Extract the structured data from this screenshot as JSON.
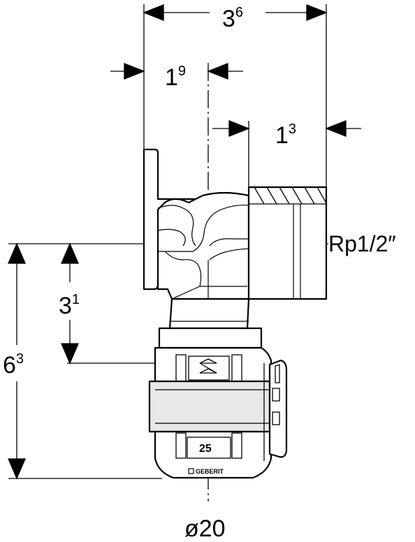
{
  "dimensions": {
    "overall_width": {
      "base": "3",
      "sup": "6"
    },
    "flange_to_axis": {
      "base": "1",
      "sup": "9"
    },
    "axis_to_end": {
      "base": "1",
      "sup": "3"
    },
    "axis_to_mark": {
      "base": "3",
      "sup": "1"
    },
    "overall_height": {
      "base": "6",
      "sup": "3"
    }
  },
  "labels": {
    "thread": "Rp1/2″",
    "pipe_diameter": "ø20",
    "size_marking": "25",
    "brand_marking": "GEBERIT"
  },
  "colors": {
    "line": "#000000",
    "background": "#ffffff"
  }
}
